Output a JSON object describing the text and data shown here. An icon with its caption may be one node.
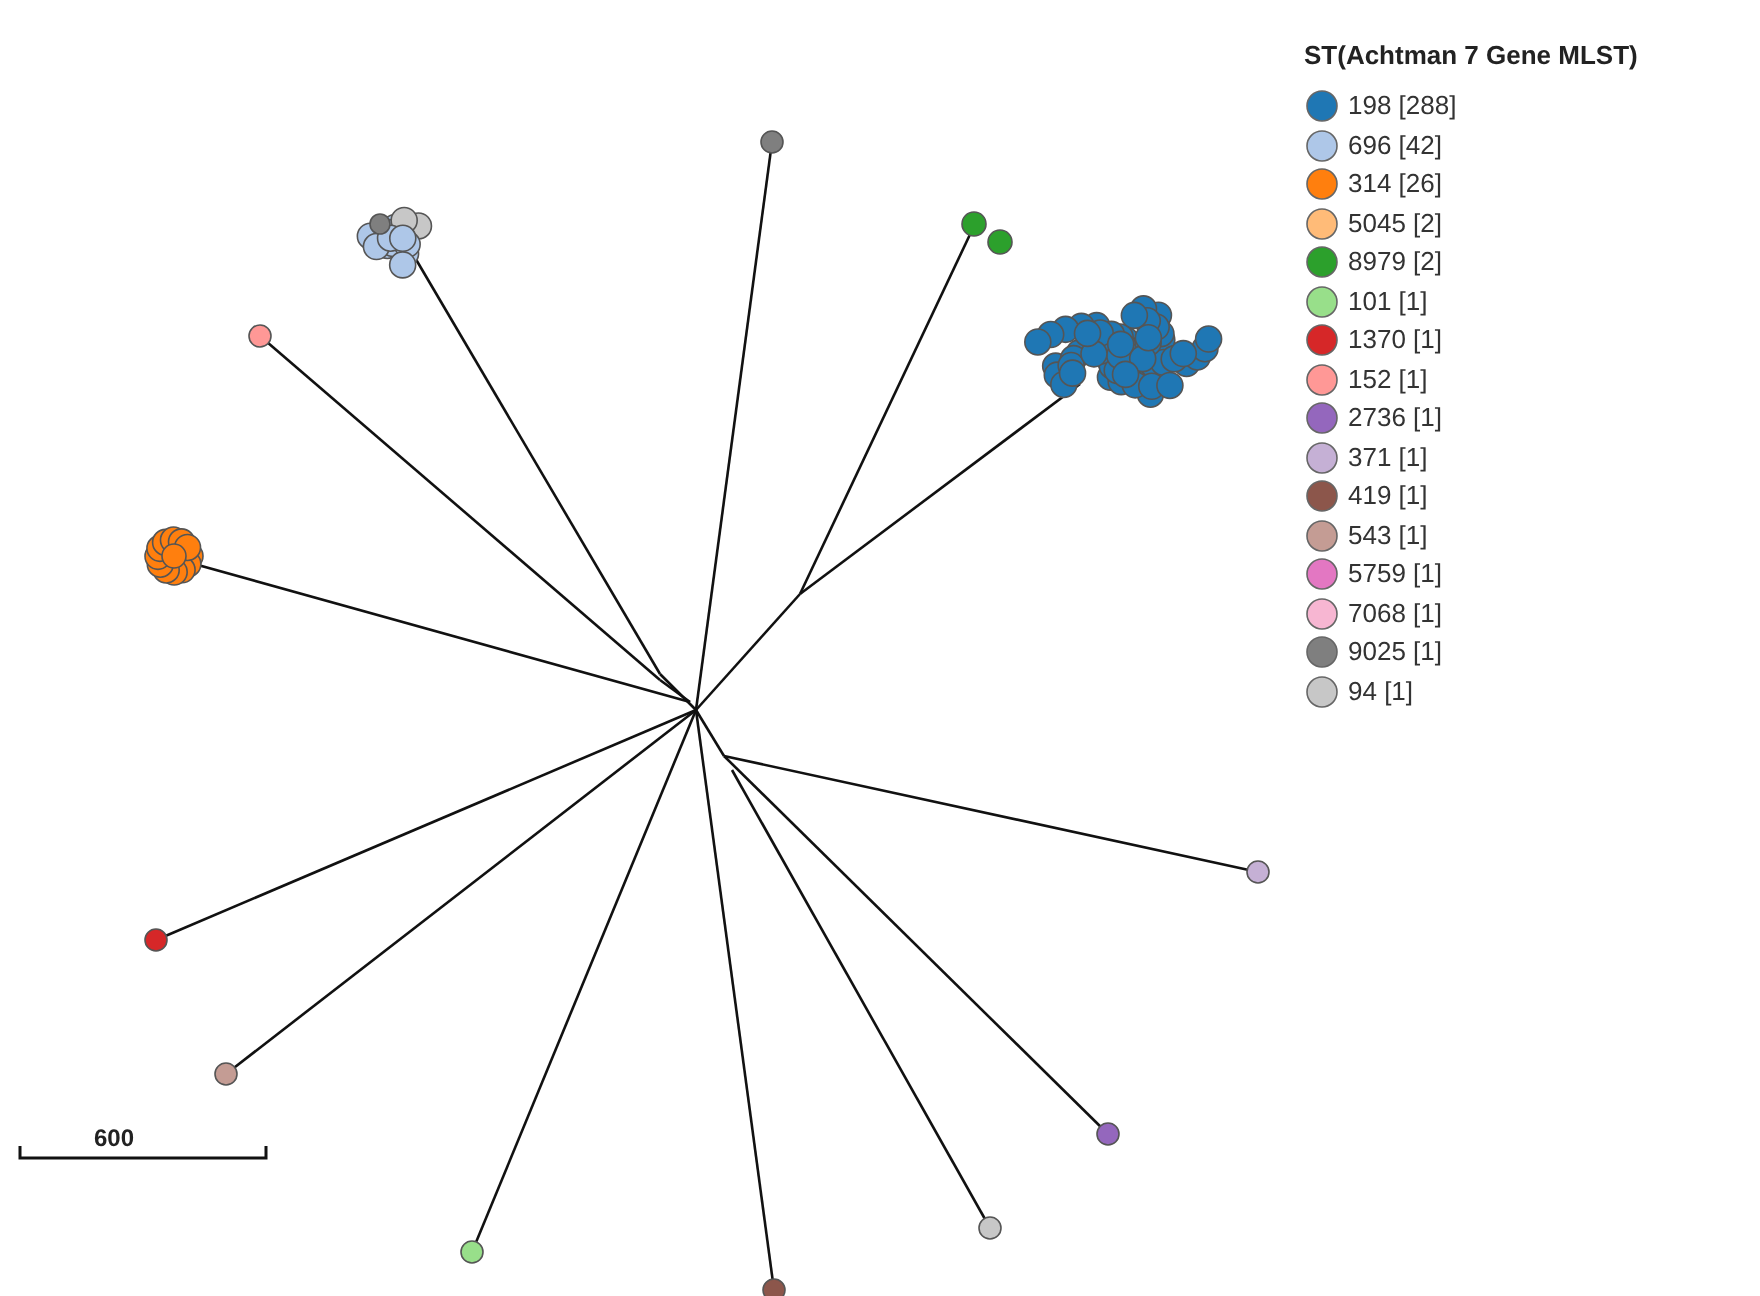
{
  "diagram": {
    "title": "ST(Achtman 7 Gene MLST)",
    "labels": [
      "600"
    ],
    "legend": [
      {
        "text": "198 [288]",
        "color": "#1f77b4"
      },
      {
        "text": "696 [42]",
        "color": "#aec7e8"
      },
      {
        "text": "314 [26]",
        "color": "#ff7f0e"
      },
      {
        "text": "5045 [2]",
        "color": "#ffbb78"
      },
      {
        "text": "8979 [2]",
        "color": "#2ca02c"
      },
      {
        "text": "101 [1]",
        "color": "#98df8a"
      },
      {
        "text": "1370 [1]",
        "color": "#d62728"
      },
      {
        "text": "152 [1]",
        "color": "#ff9896"
      },
      {
        "text": "2736 [1]",
        "color": "#9467bd"
      },
      {
        "text": "371 [1]",
        "color": "#c5b0d5"
      },
      {
        "text": "419 [1]",
        "color": "#8c564b"
      },
      {
        "text": "543 [1]",
        "color": "#c49c94"
      },
      {
        "text": "5759 [1]",
        "color": "#e377c2"
      },
      {
        "text": "7068 [1]",
        "color": "#f7b6d2"
      },
      {
        "text": "9025 [1]",
        "color": "#7f7f7f"
      },
      {
        "text": "94 [1]",
        "color": "#c7c7c7"
      }
    ]
  }
}
